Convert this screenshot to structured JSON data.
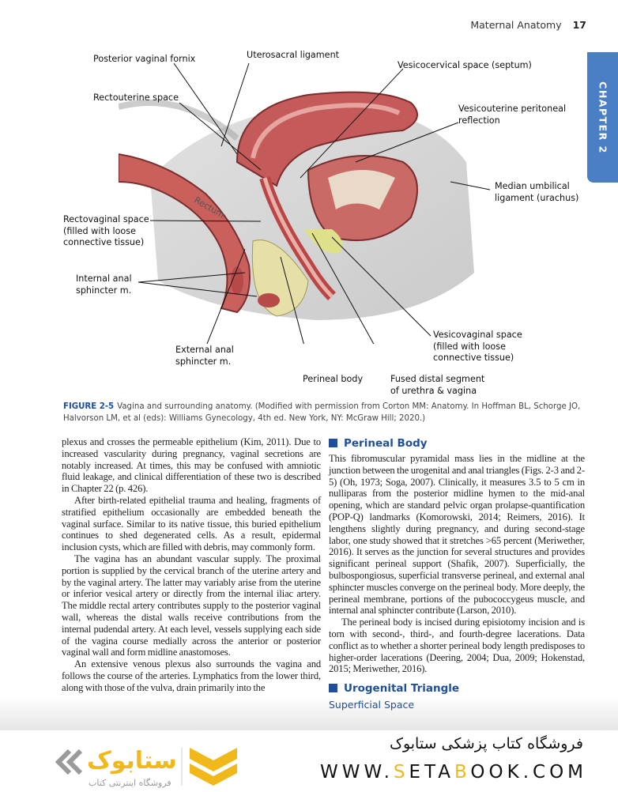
{
  "running_head": {
    "title": "Maternal Anatomy",
    "page_number": "17"
  },
  "chapter_tab": {
    "label": "CHAPTER 2",
    "color": "#4a7fc6"
  },
  "figure": {
    "labels": {
      "posterior_vaginal_fornix": "Posterior vaginal fornix",
      "uterosacral_ligament": "Uterosacral ligament",
      "vesicocervical_space": "Vesicocervical space (septum)",
      "rectouterine_space": "Rectouterine space",
      "vesicouterine_1": "Vesicouterine peritoneal",
      "vesicouterine_2": "reflection",
      "median_umbilical_1": "Median umbilical",
      "median_umbilical_2": "ligament (urachus)",
      "rectovaginal_1": "Rectovaginal space",
      "rectovaginal_2": "(filled with loose",
      "rectovaginal_3": "connective tissue)",
      "internal_anal_1": "Internal anal",
      "internal_anal_2": "sphincter m.",
      "external_anal_1": "External anal",
      "external_anal_2": "sphincter m.",
      "perineal_body": "Perineal body",
      "fused_1": "Fused distal segment",
      "fused_2": "of urethra & vagina",
      "vesicovaginal_1": "Vesicovaginal space",
      "vesicovaginal_2": "(filled with loose",
      "vesicovaginal_3": "connective tissue)",
      "rectum": "Rectum"
    },
    "caption_label": "FIGURE 2-5",
    "caption_text": "Vagina and surrounding anatomy. (Modified with permission from Corton MM: Anatomy. In Hoffman BL, Schorge JO, Halvorson LM, et al (eds): Williams Gynecology, 4th ed. New York, NY: McGraw Hill; 2020.)"
  },
  "left_column": {
    "p1": "plexus and crosses the permeable epithelium (Kim, 2011). Due to increased vascularity during pregnancy, vaginal secretions are notably increased. At times, this may be confused with amni­otic fluid leakage, and clinical differentiation of these two is described in Chapter 22 (p. 426).",
    "p2": "After birth-related epithelial trauma and healing, fragments of stratified epithelium occasionally are embedded beneath the vaginal surface. Similar to its native tissue, this buried epithe­lium continues to shed degenerated cells. As a result, epidermal inclusion cysts, which are filled with debris, may commonly form.",
    "p3": "The vagina has an abundant vascular supply. The proximal portion is supplied by the cervical branch of the uterine artery and by the vaginal artery. The latter may variably arise from the uterine or inferior vesical artery or directly from the inter­nal iliac artery. The middle rectal artery contributes supply to the posterior vaginal wall, whereas the distal walls receive con­tributions from the internal pudendal artery. At each level, vessels supplying each side of the vagina course medially across the anterior or posterior vaginal wall and form midline anas­tomoses.",
    "p4": "An extensive venous plexus also surrounds the vagina and follows the course of the arteries. Lymphatics from the lower third, along with those of the vulva, drain primarily into the"
  },
  "right_column": {
    "heading1": "Perineal Body",
    "p1": "This fibromuscular pyramidal mass lies in the midline at the junction between the urogenital and anal triangles (Figs. 2-3 and 2-5) (Oh, 1973; Soga, 2007). Clinically, it measures 3.5 to 5 cm in nulliparas from the posterior midline hymen to the mid-anal opening, which are standard pelvic organ prolapse-quantification (POP-Q) landmarks (Komorowski, 2014; Reimers, 2016). It lengthens slightly during pregnancy, and during second-stage labor, one study showed that it stretches >65 percent (Meri­wether, 2016). It serves as the junction for several structures and provides significant perineal support (Shafik, 2007). Superficially, the bulbospongiosus, superficial transverse perineal, and exter­nal anal sphincter muscles converge on the perineal body. More deeply, the perineal membrane, portions of the pubococcygeus muscle, and internal anal sphincter contribute (Larson, 2010).",
    "p2": "The perineal body is incised during episiotomy incision and is torn with second-, third-, and fourth-degree lacerations. Data conflict as to whether a shorter perineal body length predis­poses to higher-order lacerations (Deering, 2004; Dua, 2009; Hokenstad, 2015; Meriwether, 2016).",
    "heading2": "Urogenital Triangle",
    "subheading": "Superficial Space"
  },
  "watermark": {
    "logo_text": "ستابوک",
    "logo_subtitle": "فروشگاه اینترنتی کتاب",
    "store_name": "فروشگاه کتاب پزشکی ستابوک",
    "url_parts": [
      "WWW.",
      "S",
      "ETA",
      "B",
      "OOK.COM"
    ],
    "accent_color": "#f1b81a"
  }
}
